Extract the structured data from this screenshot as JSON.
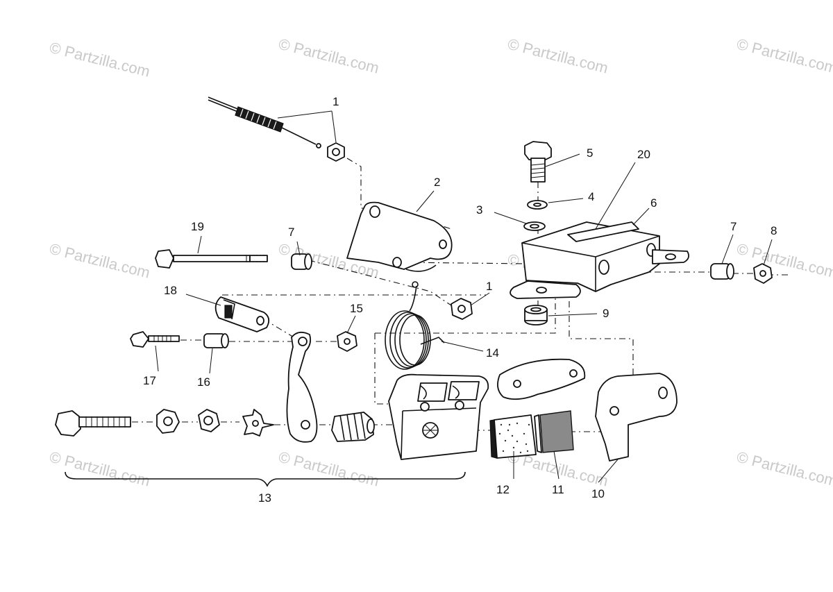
{
  "diagram": {
    "watermark_text": "© Partzilla.com",
    "callouts": {
      "c1a": "1",
      "c1b": "1",
      "c2": "2",
      "c3": "3",
      "c4": "4",
      "c5": "5",
      "c6": "6",
      "c7a": "7",
      "c7b": "7",
      "c8": "8",
      "c9": "9",
      "c10": "10",
      "c11": "11",
      "c12": "12",
      "c13": "13",
      "c14": "14",
      "c15": "15",
      "c16": "16",
      "c17": "17",
      "c18": "18",
      "c19": "19",
      "c20": "20"
    }
  }
}
